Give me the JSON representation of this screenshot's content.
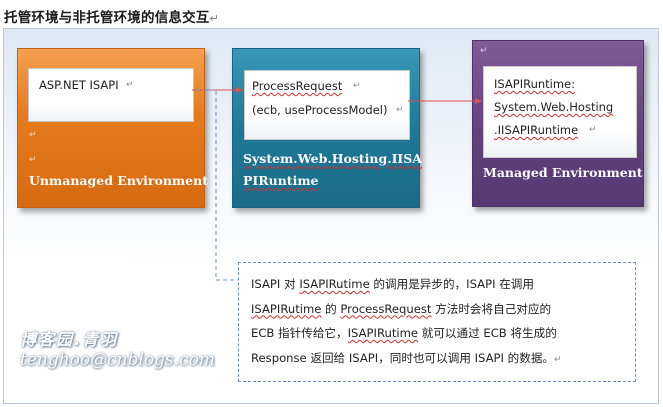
{
  "title": "托管环境与非托管环境的信息交互",
  "para_mark": "↵",
  "boxes": {
    "unmanaged": {
      "inner_text": "ASP.NET ISAPI",
      "label": "Unmanaged Environment",
      "color": "#e77b1e"
    },
    "runtime": {
      "inner_lines": [
        "ProcessRequest",
        "(ecb, useProcessModel)"
      ],
      "label_lines": [
        "System.Web.Hosting.IISA",
        "PIRuntime"
      ],
      "color": "#1f7998"
    },
    "managed": {
      "inner_lines": [
        "ISAPIRuntime:",
        "System.Web.Hosting",
        ".IISAPIRuntime"
      ],
      "label": "Managed Environment",
      "color": "#63427c"
    }
  },
  "callout": {
    "lines": [
      [
        "ISAPI 对 ",
        "ISAPIRutime",
        " 的调用是异步的，ISAPI 在调用"
      ],
      [
        "ISAPIRutime",
        " 的 ",
        "ProcessRequest",
        " 方法时会将自己对应的"
      ],
      [
        "ECB 指针传给它，",
        "ISAPIRutime",
        " 就可以通过 ECB 将生成的"
      ],
      [
        "Response 返回给 ISAPI，同时也可以调用 ISAPI 的数据。"
      ]
    ]
  },
  "watermark": {
    "line1": "博客园.青羽",
    "line2": "tenghoo@cnblogs.com"
  },
  "colors": {
    "arrow": "#d9534f",
    "callout_border": "#6d90c4"
  }
}
